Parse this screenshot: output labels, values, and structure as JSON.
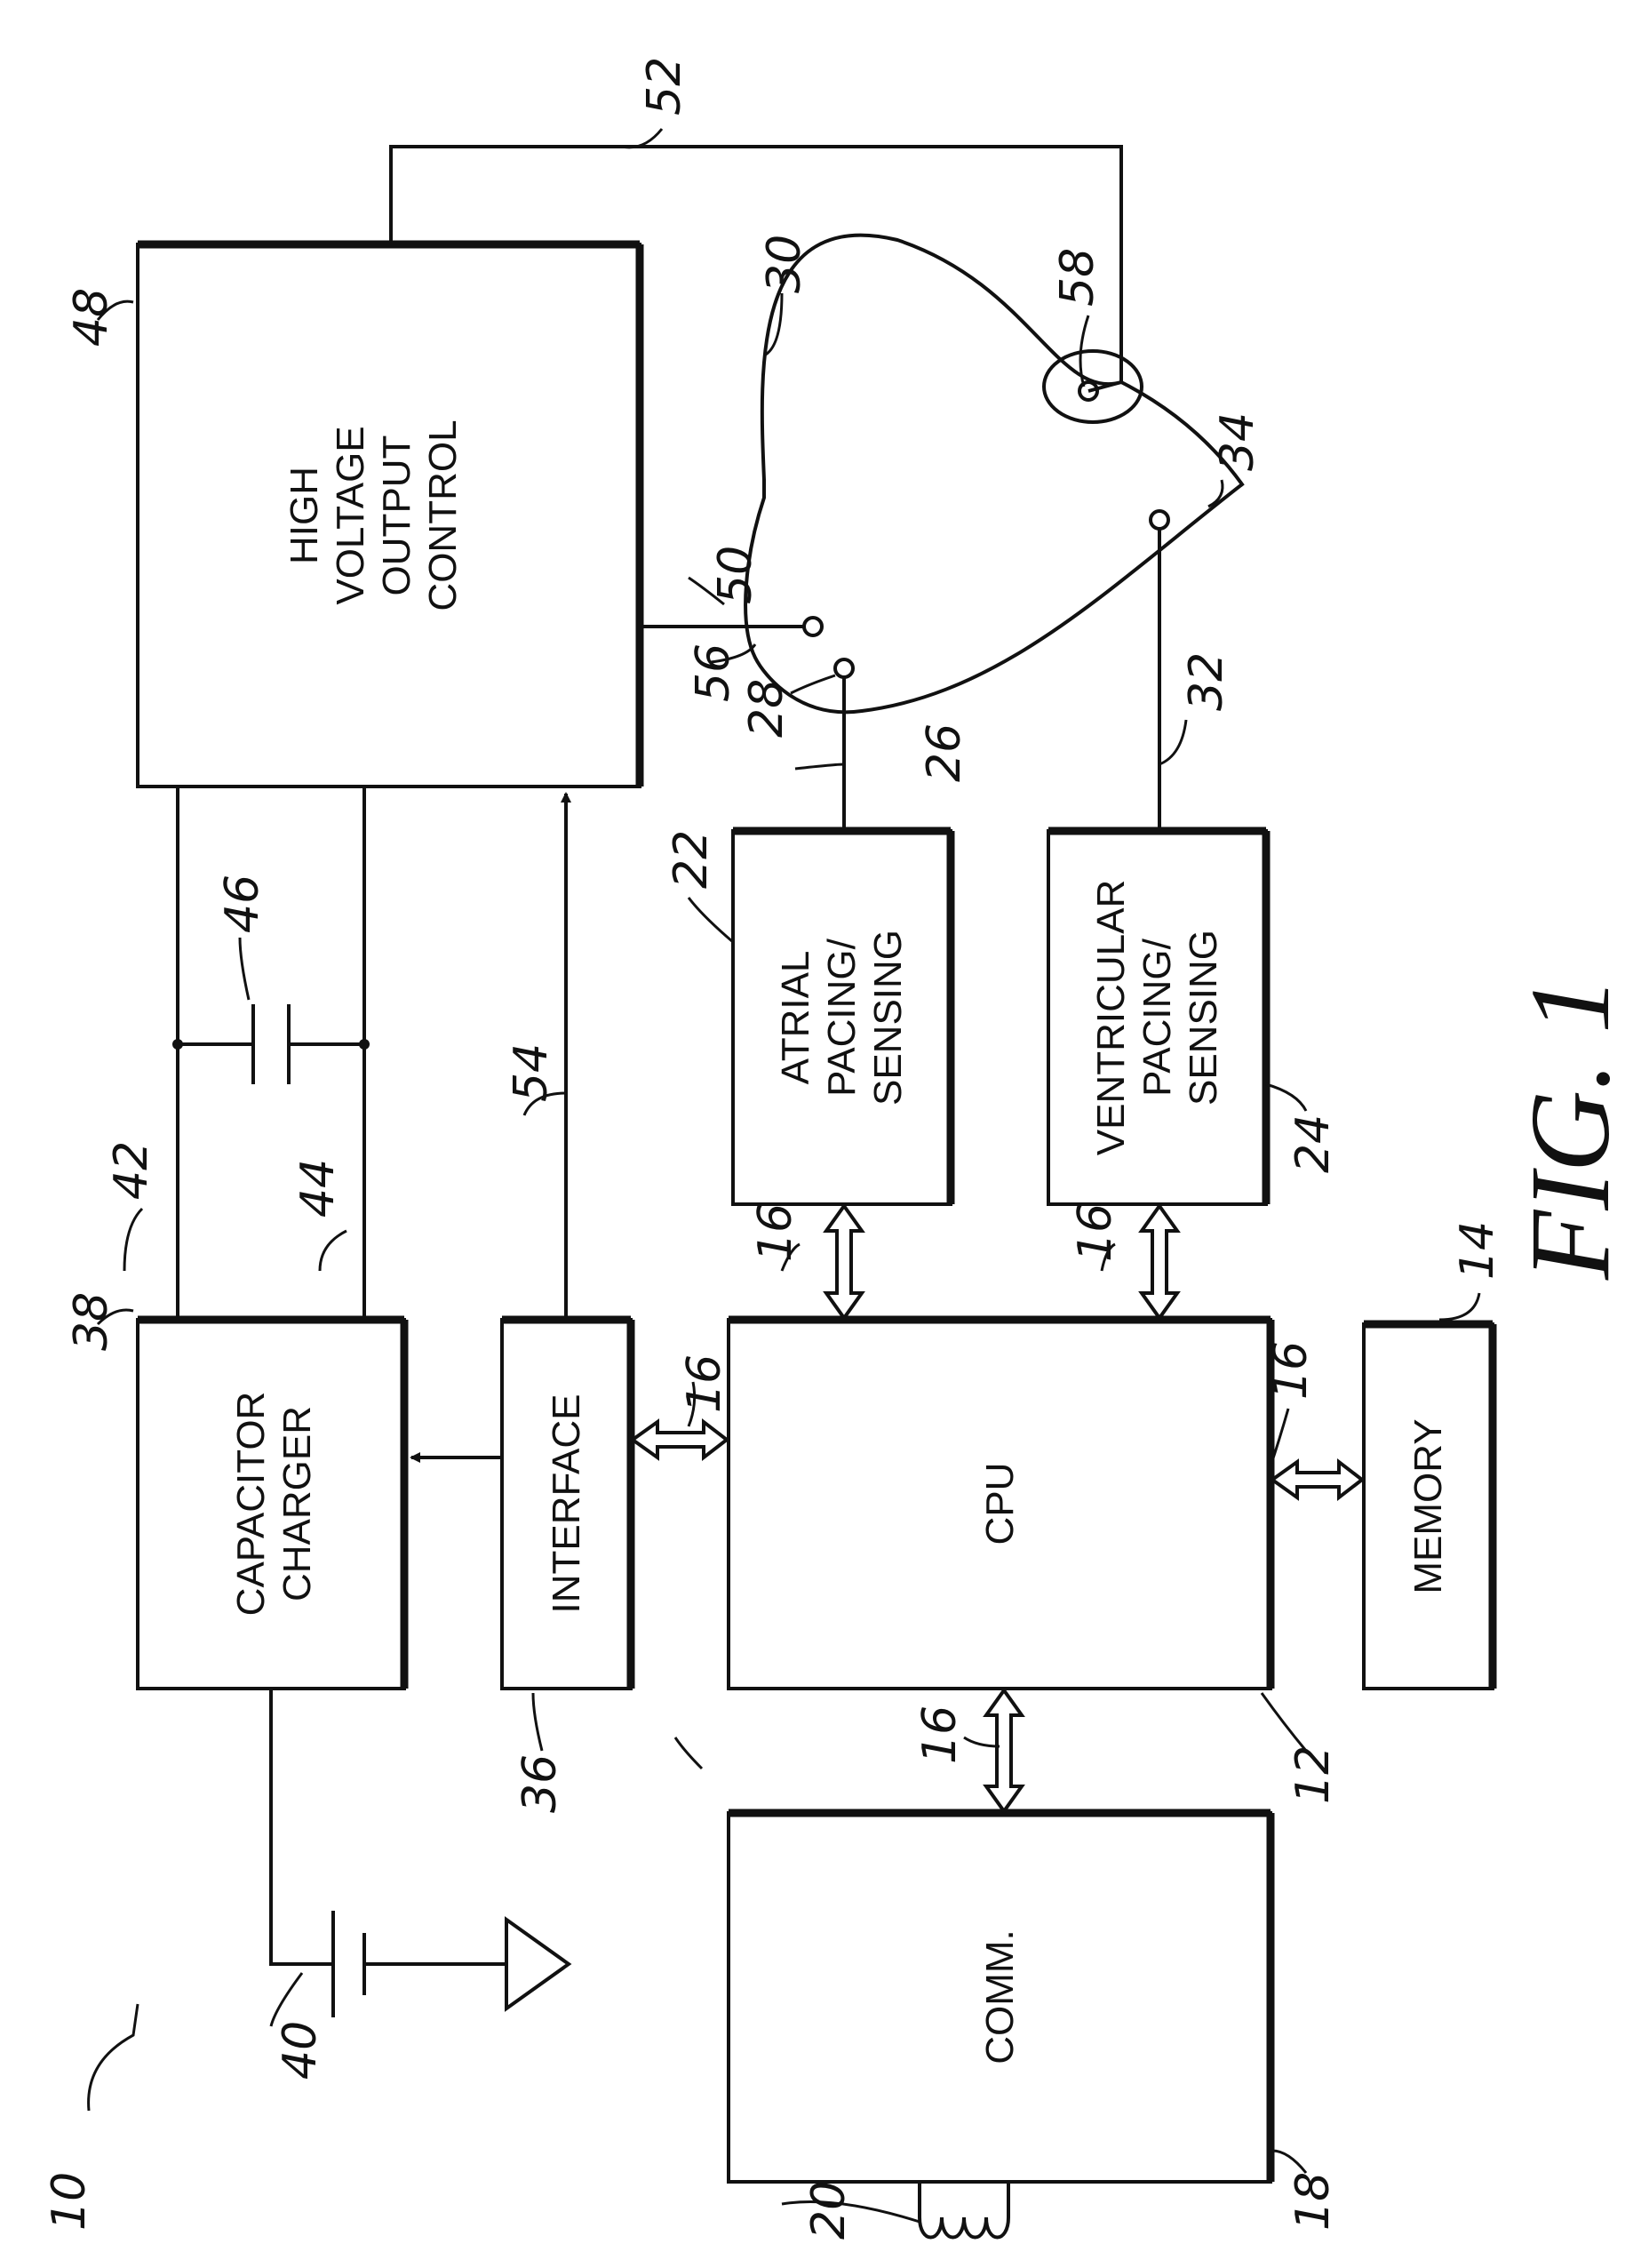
{
  "figure": {
    "caption": "FIG. 1"
  },
  "blocks": {
    "high_voltage": {
      "lines": [
        "HIGH",
        "VOLTAGE",
        "OUTPUT",
        "CONTROL"
      ],
      "ref": "48"
    },
    "capacitor_charger": {
      "lines": [
        "CAPACITOR",
        "CHARGER"
      ],
      "ref": "38"
    },
    "interface": {
      "label": "INTERFACE",
      "ref": "36"
    },
    "cpu": {
      "label": "CPU",
      "ref": "12"
    },
    "memory": {
      "label": "MEMORY",
      "ref": "14"
    },
    "comm": {
      "label": "COMM.",
      "ref": "18"
    },
    "atrial": {
      "lines": [
        "ATRIAL",
        "PACING/",
        "SENSING"
      ],
      "ref": "22"
    },
    "ventricular": {
      "lines": [
        "VENTRICULAR",
        "PACING/",
        "SENSING"
      ],
      "ref": "24"
    }
  },
  "refs": {
    "device": "10",
    "antenna": "20",
    "battery": "40",
    "wire_42": "42",
    "wire_44": "44",
    "capacitor": "46",
    "wire_50": "50",
    "wire_52": "52",
    "wire_54": "54",
    "bus_a": "16",
    "bus_b": "16",
    "bus_c": "16",
    "bus_d": "16",
    "bus_e": "16",
    "lead_26": "26",
    "electrode_28": "28",
    "heart": "30",
    "lead_32": "32",
    "electrode_34": "34",
    "electrode_56": "56",
    "electrode_58": "58"
  }
}
